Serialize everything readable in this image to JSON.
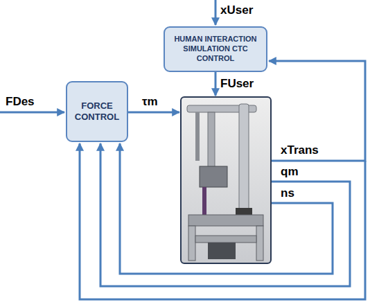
{
  "diagram": {
    "nodes": [
      {
        "text": [
          "HUMAN INTERACTION SIMULATION CTC CONTROL"
        ]
      },
      {
        "text": [
          "FORCE CONTROL"
        ]
      }
    ],
    "labels": [
      "xUser",
      "FUser",
      "xTrans",
      "qm",
      "ns",
      "FDes",
      "τm"
    ]
  }
}
